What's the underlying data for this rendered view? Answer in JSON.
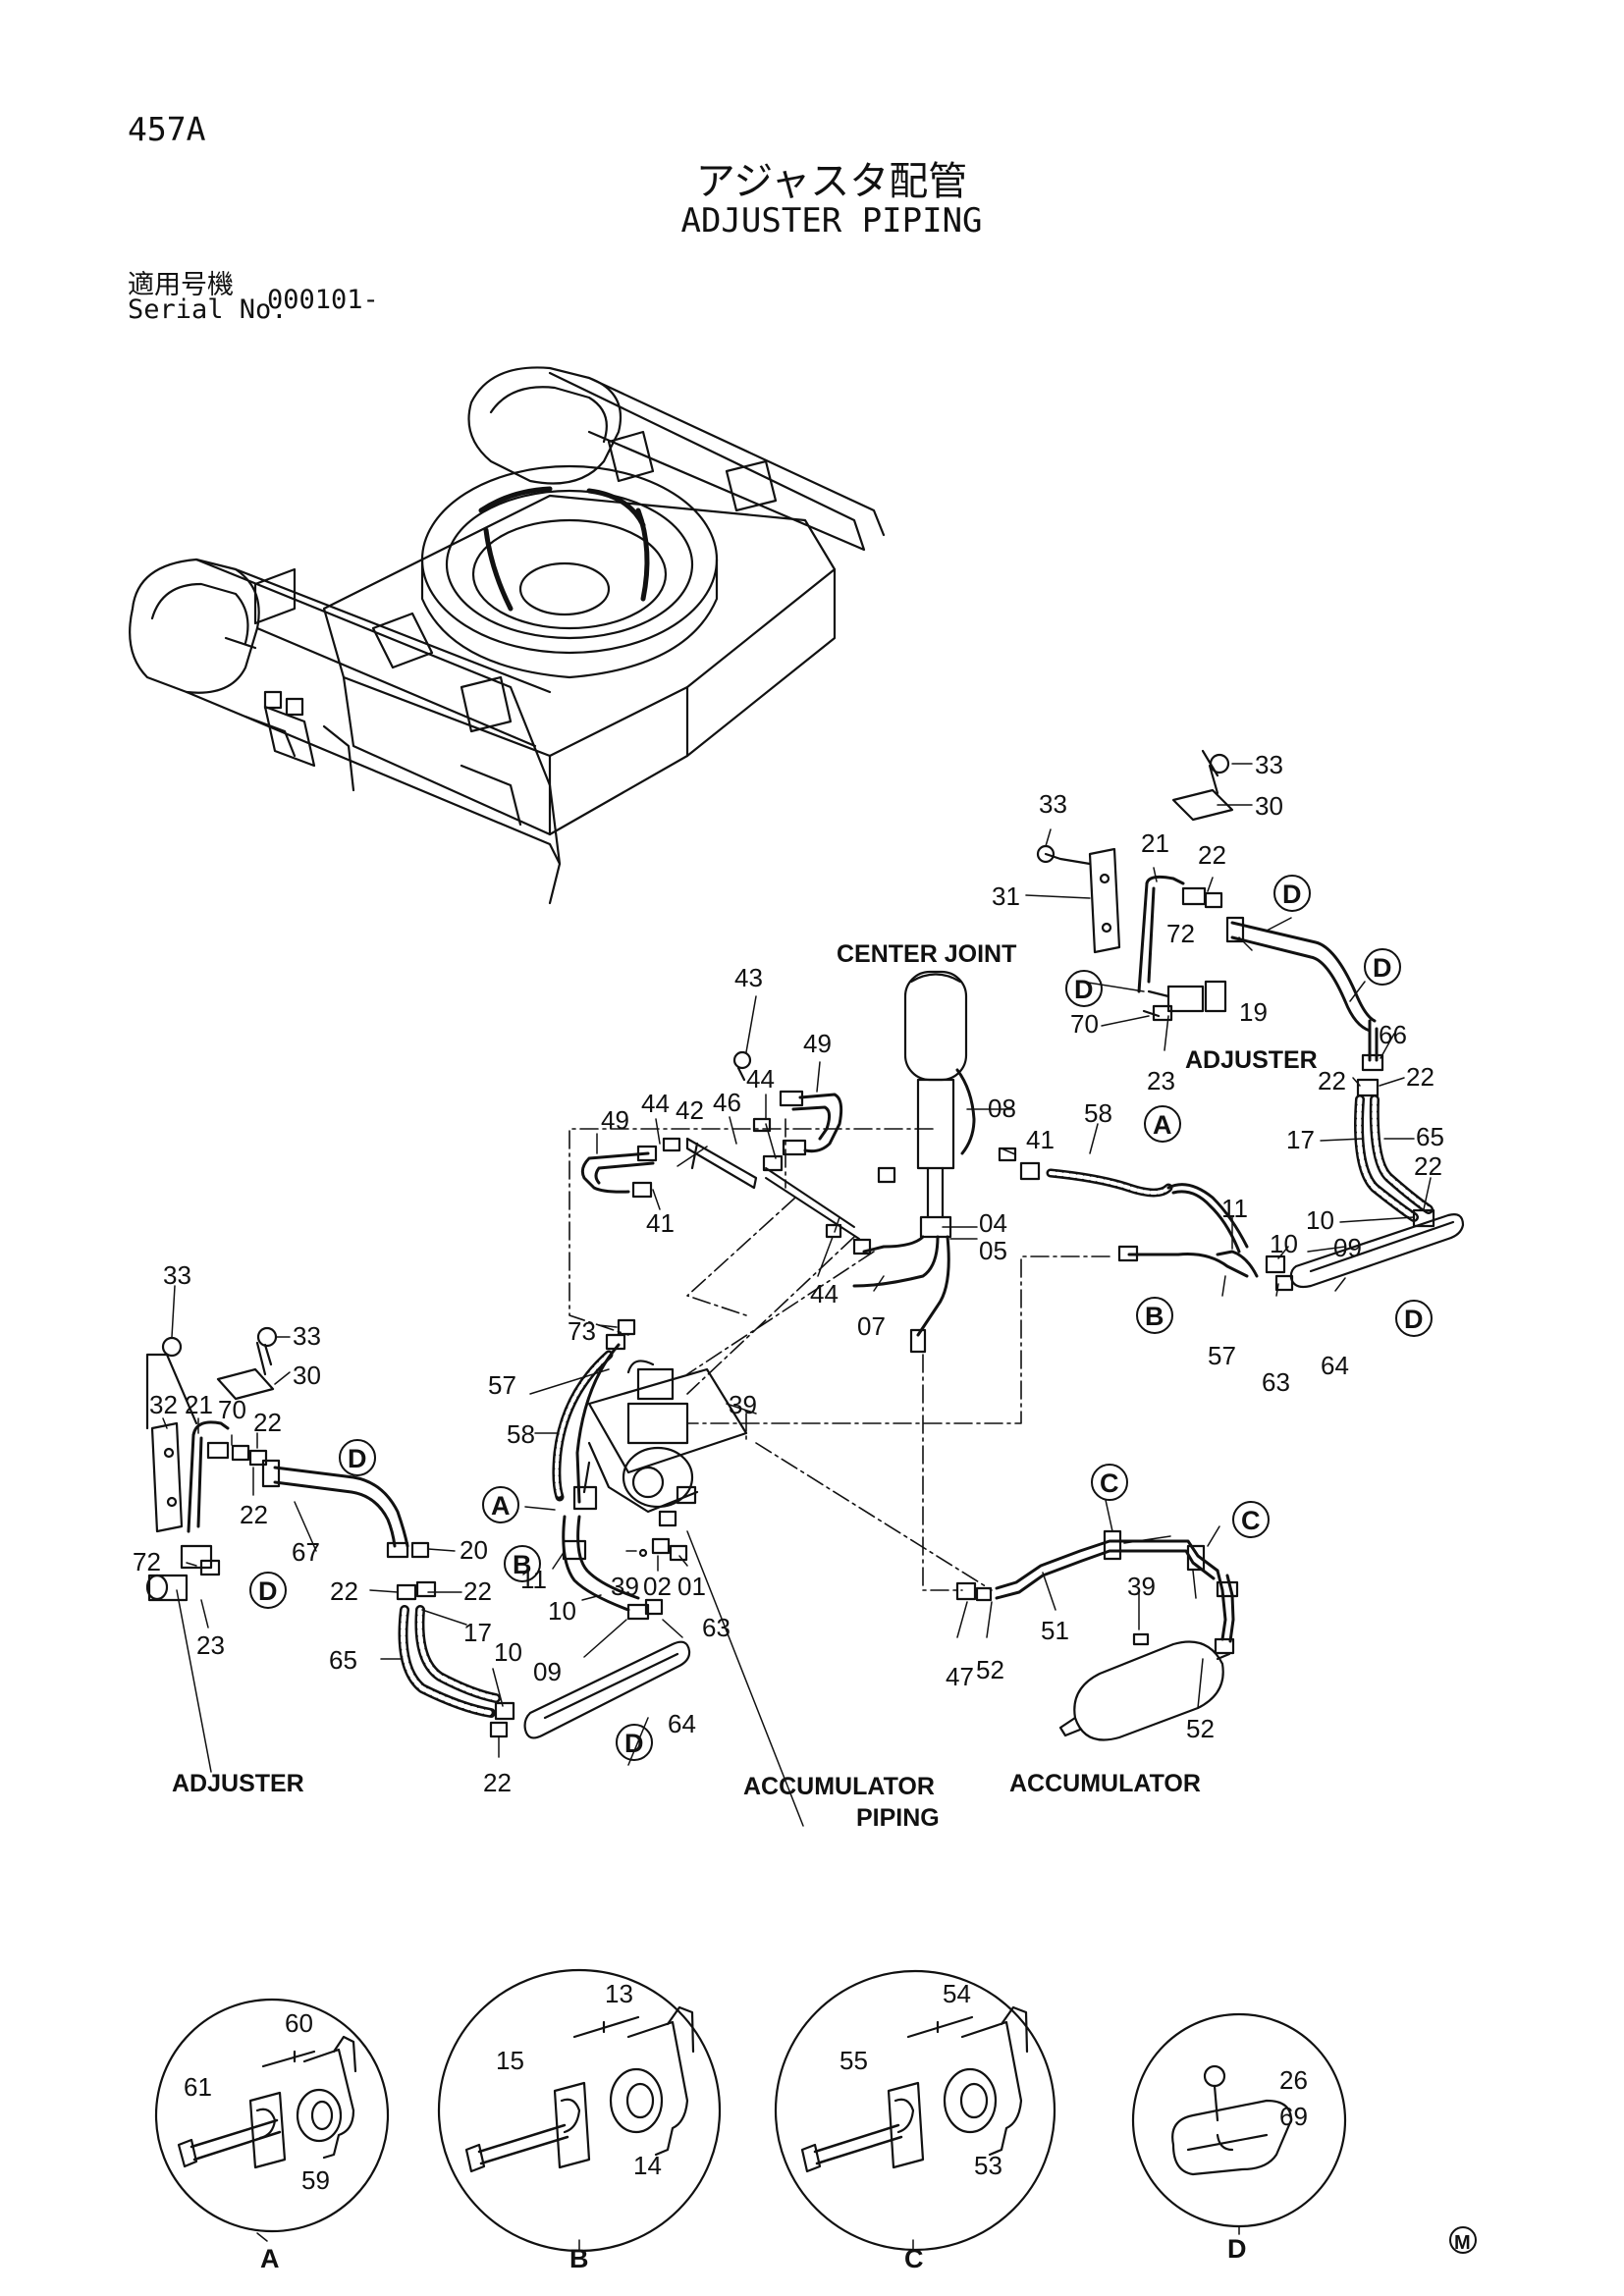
{
  "header": {
    "page_number": "457A",
    "title_jp": "アジャスタ配管",
    "title_en": "ADJUSTER PIPING",
    "serial_label_jp": "適用号機",
    "serial_label_en": "Serial No.",
    "serial_value": "000101-"
  },
  "labels": {
    "center_joint": "CENTER JOINT",
    "adjuster_right": "ADJUSTER",
    "adjuster_left": "ADJUSTER",
    "accumulator_piping_1": "ACCUMULATOR",
    "accumulator_piping_2": "PIPING",
    "accumulator": "ACCUMULATOR"
  },
  "detail_letters": {
    "a": "A",
    "b": "B",
    "c": "C",
    "d": "D"
  },
  "callouts": {
    "ref_a": "A",
    "ref_b": "B",
    "ref_c": "C",
    "ref_d": "D"
  },
  "part_numbers": {
    "p01": "01",
    "p02": "02",
    "p04": "04",
    "p05": "05",
    "p07": "07",
    "p08": "08",
    "p09": "09",
    "p10": "10",
    "p11": "11",
    "p13": "13",
    "p14": "14",
    "p15": "15",
    "p17": "17",
    "p19": "19",
    "p20": "20",
    "p21": "21",
    "p22": "22",
    "p23": "23",
    "p26": "26",
    "p30": "30",
    "p31": "31",
    "p32": "32",
    "p33": "33",
    "p39": "39",
    "p41": "41",
    "p42": "42",
    "p43": "43",
    "p44": "44",
    "p46": "46",
    "p47": "47",
    "p49": "49",
    "p51": "51",
    "p52": "52",
    "p53": "53",
    "p54": "54",
    "p55": "55",
    "p57": "57",
    "p58": "58",
    "p59": "59",
    "p60": "60",
    "p61": "61",
    "p63": "63",
    "p64": "64",
    "p65": "65",
    "p66": "66",
    "p67": "67",
    "p69": "69",
    "p70": "70",
    "p72": "72",
    "p73": "73"
  },
  "footer_mark": "M"
}
